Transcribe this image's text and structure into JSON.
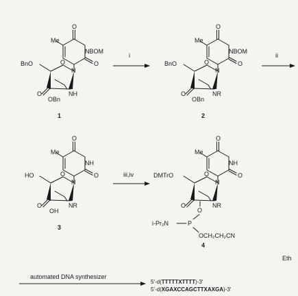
{
  "compounds": [
    {
      "number": "1",
      "substituents": {
        "methyl": "Me",
        "base_n": "NBOM",
        "c4_oxo": "O",
        "c2_oxo": "O",
        "ring_o": "O",
        "ring_n": "N",
        "benzyl_ether": "BnO",
        "ketone_o": "O",
        "obn": "OBn",
        "amine": "NH"
      }
    },
    {
      "number": "2",
      "substituents": {
        "methyl": "Me",
        "base_n": "NBOM",
        "c4_oxo": "O",
        "c2_oxo": "O",
        "ring_o": "O",
        "ring_n": "N",
        "benzyl_ether": "BnO",
        "ketone_o": "O",
        "obn": "OBn",
        "amine": "NR"
      }
    },
    {
      "number": "3",
      "substituents": {
        "methyl": "Me",
        "base_n": "NH",
        "c4_oxo": "O",
        "c2_oxo": "O",
        "ring_o": "O",
        "ring_n": "N",
        "hydroxyl": "HO",
        "ketone_o": "O",
        "oh": "OH",
        "amine": "NR"
      }
    },
    {
      "number": "4",
      "substituents": {
        "methyl": "Me",
        "base_n": "NH",
        "c4_oxo": "O",
        "c2_oxo": "O",
        "ring_o": "O",
        "ring_n": "N",
        "dmtr": "DMTrO",
        "ketone_o": "O",
        "amine": "NR",
        "phos_o": "O",
        "amidite_n": "i-Pr₂N",
        "phosphorus": "P",
        "cyanoethyl": "OCH₂CH₂CN"
      }
    }
  ],
  "steps": [
    {
      "label": "i"
    },
    {
      "label": "ii"
    },
    {
      "label": "iii,iv"
    },
    {
      "label": "automated DNA synthesizer"
    }
  ],
  "cut_text": "Eth",
  "products": [
    {
      "prefix": "5'-d(",
      "sequence": "TTTTTXTTTT",
      "suffix": ")-3'"
    },
    {
      "prefix": "5'-d(",
      "sequence": "XGAXCCAGCTTXAXGA",
      "suffix": ")-3'"
    }
  ]
}
